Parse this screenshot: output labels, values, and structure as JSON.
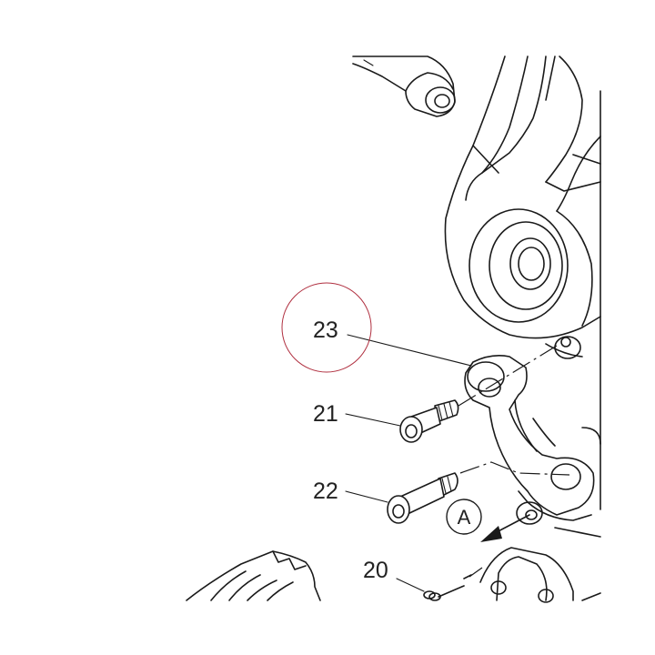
{
  "callouts": [
    {
      "id": "23",
      "label": "23"
    },
    {
      "id": "21",
      "label": "21"
    },
    {
      "id": "22",
      "label": "22"
    },
    {
      "id": "20",
      "label": "20"
    }
  ],
  "detail_marker": {
    "label": "A"
  },
  "colors": {
    "line": "#1a1a1a",
    "highlight_circle": "#b03040",
    "background": "#ffffff"
  }
}
